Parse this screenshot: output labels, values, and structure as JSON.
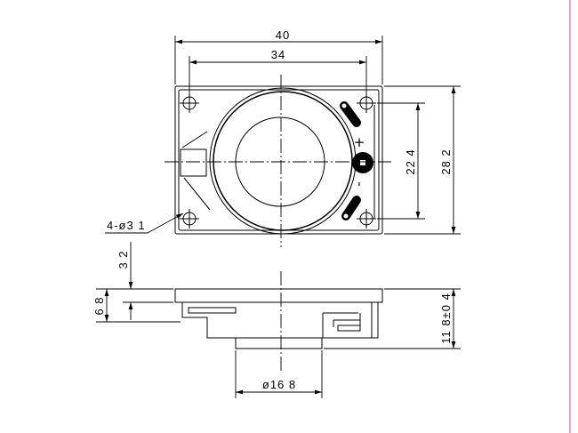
{
  "top_view": {
    "dim_overall_width": "40",
    "dim_hole_spacing_width": "34",
    "dim_hole_spacing_height": "22 4",
    "dim_overall_height": "28 2",
    "hole_callout": "4-ø3 1",
    "terminal_positive": "+",
    "terminal_negative": "-"
  },
  "side_view": {
    "dim_flange_thickness": "3 2",
    "dim_frame_depth": "6 8",
    "dim_total_height": "11 8±0 4",
    "dim_magnet_diameter": "ø16 8"
  },
  "colors": {
    "line": "#000000",
    "background": "#ffffff",
    "edge_marker": "#e8a4e8"
  }
}
